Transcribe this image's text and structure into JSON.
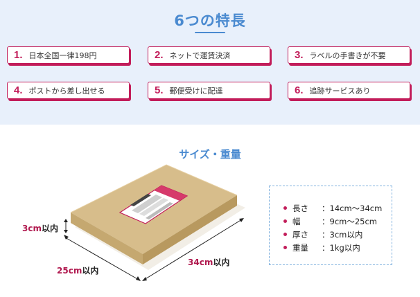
{
  "title": "6つの特長",
  "features": [
    {
      "num": "1.",
      "text": "日本全国一律198円"
    },
    {
      "num": "2.",
      "text": "ネットで運賃決済"
    },
    {
      "num": "3.",
      "text": "ラベルの手書きが不要"
    },
    {
      "num": "4.",
      "text": "ポストから差し出せる"
    },
    {
      "num": "5.",
      "text": "郵便受けに配達"
    },
    {
      "num": "6.",
      "text": "追跡サービスあり"
    }
  ],
  "size_section": {
    "title": "サイズ・重量",
    "dims": {
      "height": {
        "value": "3cm",
        "unit": "以内"
      },
      "width": {
        "value": "25cm",
        "unit": "以内"
      },
      "length": {
        "value": "34cm",
        "unit": "以内"
      }
    },
    "specs": [
      {
        "label": "長さ",
        "value": "：14cm～34cm"
      },
      {
        "label": "幅",
        "value": "：9cm～25cm"
      },
      {
        "label": "厚さ",
        "value": "：3cm以内"
      },
      {
        "label": "重量",
        "value": "：1kg以内"
      }
    ]
  },
  "colors": {
    "accent": "#c21d5a",
    "title_blue": "#4a8ad0",
    "background": "#e8f0fb",
    "box": "#d9bf8c"
  }
}
